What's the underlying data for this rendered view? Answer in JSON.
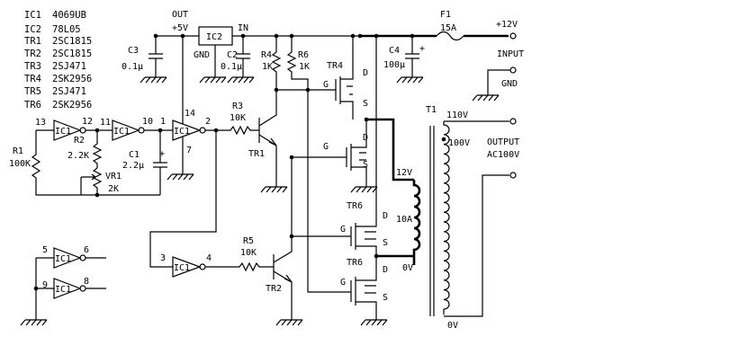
{
  "bom": [
    {
      "ref": "IC1",
      "part": "4069UB"
    },
    {
      "ref": "IC2",
      "part": "78L05"
    },
    {
      "ref": "TR1",
      "part": "2SC1815"
    },
    {
      "ref": "TR2",
      "part": "2SC1815"
    },
    {
      "ref": "TR3",
      "part": "2SJ471"
    },
    {
      "ref": "TR4",
      "part": "2SK2956"
    },
    {
      "ref": "TR5",
      "part": "2SJ471"
    },
    {
      "ref": "TR6",
      "part": "2SK2956"
    }
  ],
  "labels": {
    "out": "OUT",
    "plus5": "+5V",
    "in": "IN",
    "ic2": "IC2",
    "gnd_reg": "GND",
    "c3": "C3",
    "c3_val": "0.1μ",
    "c2": "C2",
    "c2_val": "0.1μ",
    "r4": "R4",
    "r4_val": "1K",
    "r6": "R6",
    "r6_val": "1K",
    "c4": "C4",
    "c4_val": "100μ",
    "c4_plus": "+",
    "f1": "F1",
    "f1_val": "15A",
    "plus12": "+12V",
    "input": "INPUT",
    "gnd_in": "GND",
    "t1": "T1",
    "sec110": "110V",
    "sec100": "100V",
    "output": "OUTPUT",
    "ac100": "AC100V",
    "sec0v": "0V",
    "pri12": "12V",
    "pri10a": "10A",
    "pri0v": "0V",
    "r1": "R1",
    "r1_val": "100K",
    "r2": "R2",
    "r2_val": "2.2K",
    "vr1": "VR1",
    "vr1_val": "2K",
    "c1": "C1",
    "c1_val": "2.2μ",
    "c1_plus": "+",
    "r3": "R3",
    "r3_val": "10K",
    "r5": "R5",
    "r5_val": "10K",
    "tr1": "TR1",
    "tr2": "TR2",
    "tr4": "TR4",
    "tr6a": "TR6",
    "tr6b": "TR6",
    "ic1": "IC1",
    "pin_d": "D",
    "pin_s": "S",
    "pin_g": "G",
    "p13": "13",
    "p12": "12",
    "p11": "11",
    "p10": "10",
    "p1": "1",
    "p14": "14",
    "p2": "2",
    "p7": "7",
    "p3": "3",
    "p4": "4",
    "p5": "5",
    "p6": "6",
    "p9": "9",
    "p8": "8"
  }
}
